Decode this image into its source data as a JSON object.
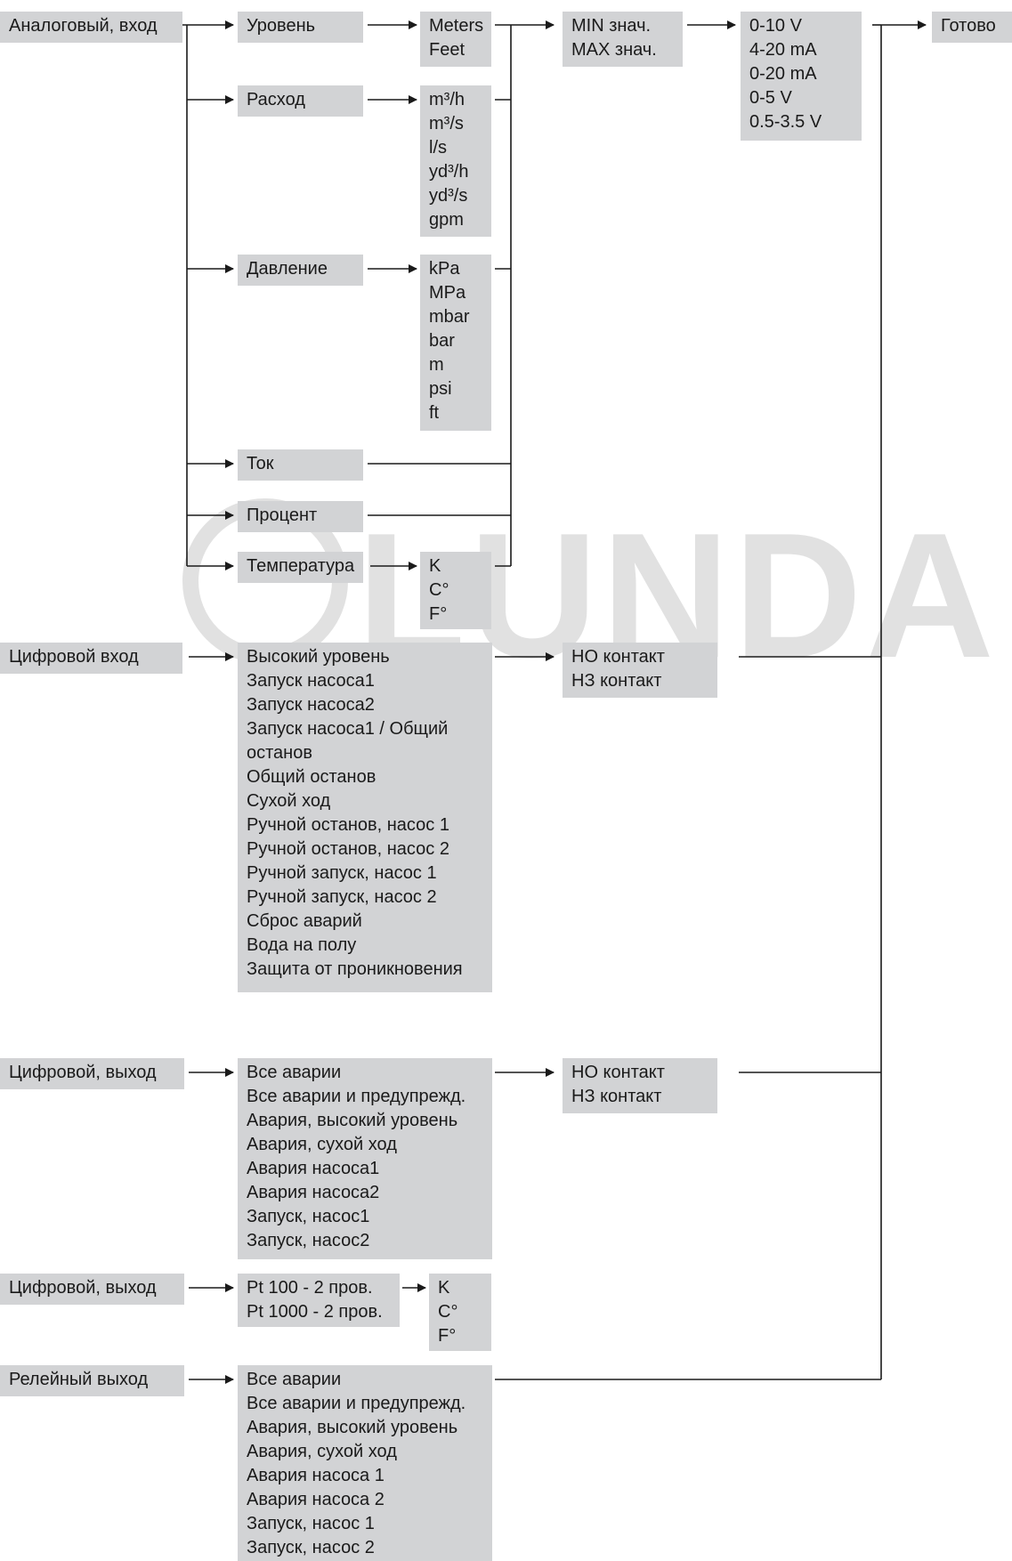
{
  "watermark": "LUNDA",
  "sources": {
    "analog_in": "Аналоговый, вход",
    "digital_in": "Цифровой вход",
    "digital_out_1": "Цифровой, выход",
    "digital_out_2": "Цифровой, выход",
    "relay_out": "Релейный выход"
  },
  "analog_types": {
    "level": "Уровень",
    "flow": "Расход",
    "pressure": "Давление",
    "current": "Ток",
    "percent": "Процент",
    "temperature": "Температура"
  },
  "units": {
    "level": [
      "Meters",
      "Feet"
    ],
    "flow": [
      "m³/h",
      "m³/s",
      "l/s",
      "yd³/h",
      "yd³/s",
      "gpm"
    ],
    "pressure": [
      "kPa",
      "MPa",
      "mbar",
      "bar",
      "m",
      "psi",
      "ft"
    ],
    "temperature": [
      "K",
      "C°",
      "F°"
    ],
    "sensor_temperature": [
      "K",
      "C°",
      "F°"
    ]
  },
  "minmax": [
    "MIN знач.",
    "MAX знач."
  ],
  "signals": [
    "0-10 V",
    "4-20 mA",
    "0-20 mA",
    "0-5 V",
    "0.5-3.5 V"
  ],
  "done": "Готово",
  "digital_in_functions": [
    "Высокий уровень",
    "Запуск насоса1",
    "Запуск насоса2",
    "Запуск насоса1 / Общий",
    "останов",
    "Общий останов",
    "Сухой ход",
    "Ручной останов, насос 1",
    "Ручной останов, насос 2",
    "Ручной запуск, насос 1",
    "Ручной запуск, насос 2",
    "Сброс аварий",
    "Вода на полу",
    "Защита от проникновения"
  ],
  "contacts_in": [
    "НО контакт",
    "НЗ контакт"
  ],
  "digital_out_functions": [
    "Все аварии",
    "Все аварии и предупрежд.",
    "Авария, высокий уровень",
    "Авария, сухой ход",
    "Авария насоса1",
    "Авария насоса2",
    "Запуск, насос1",
    "Запуск, насос2"
  ],
  "contacts_out": [
    "НО контакт",
    "НЗ контакт"
  ],
  "sensor_types": [
    "Pt 100 - 2 пров.",
    "Pt 1000 - 2 пров."
  ],
  "relay_functions": [
    "Все аварии",
    "Все аварии и предупрежд.",
    "Авария, высокий уровень",
    "Авария, сухой ход",
    "Авария насоса 1",
    "Авария насоса 2",
    "Запуск, насос 1",
    "Запуск, насос 2"
  ]
}
